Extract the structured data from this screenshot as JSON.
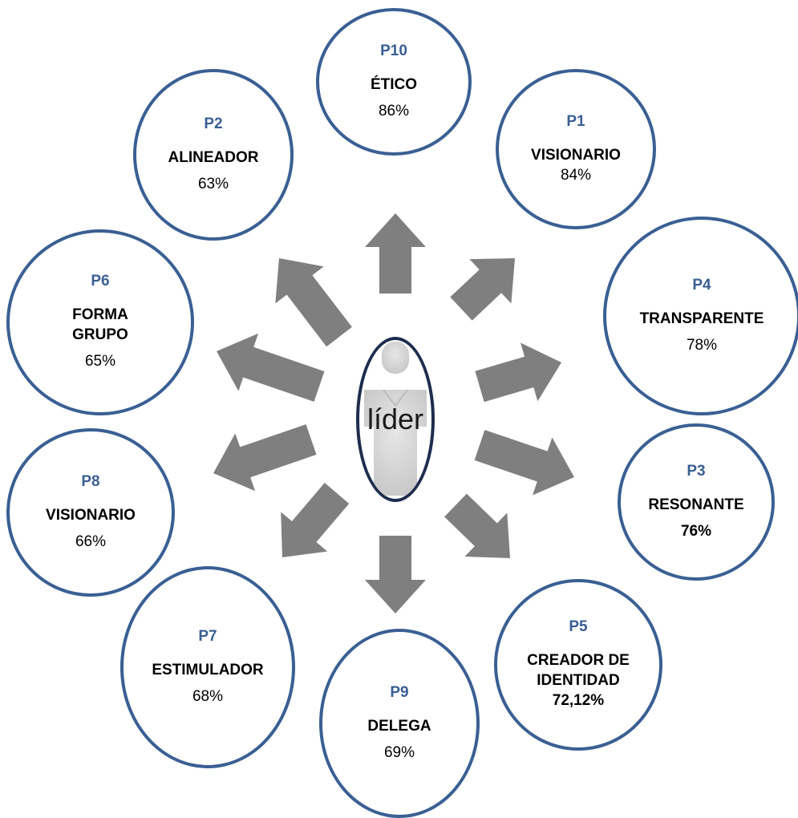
{
  "center": {
    "label": "líder"
  },
  "nodes": [
    {
      "code": "P10",
      "label": "ÉTICO",
      "value": "86%",
      "value_bold": false
    },
    {
      "code": "P1",
      "label": "VISIONARIO",
      "value": "84%",
      "value_bold": false
    },
    {
      "code": "P4",
      "label": "TRANSPARENTE",
      "value": "78%",
      "value_bold": false
    },
    {
      "code": "P3",
      "label": "RESONANTE",
      "value": "76%",
      "value_bold": true
    },
    {
      "code": "P5",
      "label": "CREADOR DE IDENTIDAD",
      "value": "72,12%",
      "value_bold": true
    },
    {
      "code": "P9",
      "label": "DELEGA",
      "value": "69%",
      "value_bold": false
    },
    {
      "code": "P7",
      "label": "ESTIMULADOR",
      "value": "68%",
      "value_bold": false
    },
    {
      "code": "P8",
      "label": "VISIONARIO",
      "value": "66%",
      "value_bold": false
    },
    {
      "code": "P6",
      "label": "FORMA GRUPO",
      "value": "65%",
      "value_bold": false
    },
    {
      "code": "P2",
      "label": "ALINEADOR",
      "value": "63%",
      "value_bold": false
    }
  ],
  "colors": {
    "circle_border": "#3a5f93",
    "code_text": "#3a5f93",
    "arrow_fill": "#7f7f7f",
    "center_border": "#1e2d4d"
  }
}
